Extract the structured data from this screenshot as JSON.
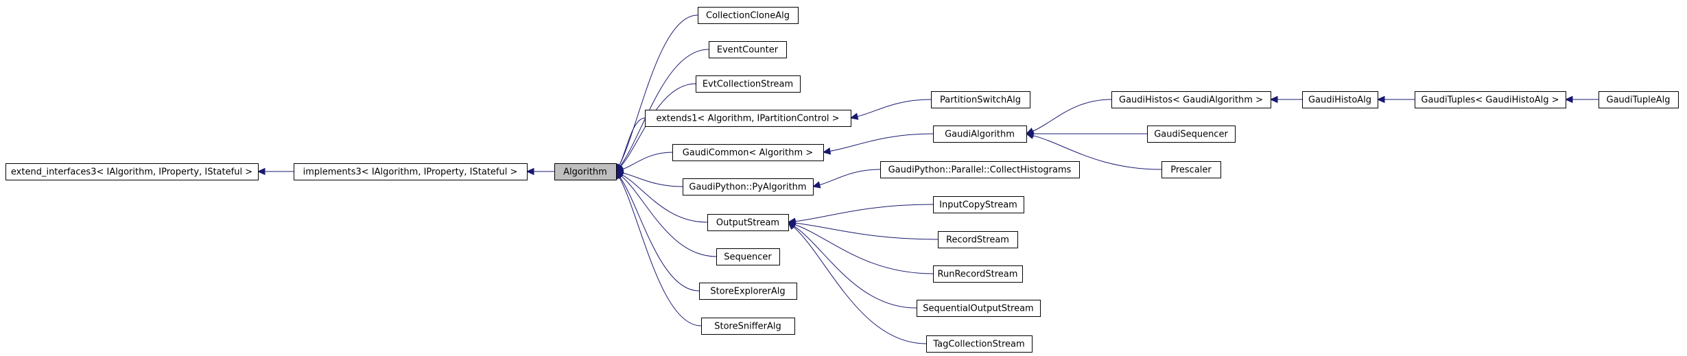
{
  "diagram": {
    "kind": "class inheritance graph",
    "colors": {
      "edge": "#191970",
      "node_border": "#000000",
      "node_fill": "#ffffff",
      "focus_fill": "#bfbfbf",
      "background": "#ffffff"
    },
    "focus_node": "algorithm",
    "nodes": [
      {
        "id": "extend_interfaces3",
        "label": "extend_interfaces3< IAlgorithm, IProperty, IStateful >"
      },
      {
        "id": "implements3",
        "label": "implements3< IAlgorithm, IProperty, IStateful >"
      },
      {
        "id": "algorithm",
        "label": "Algorithm"
      },
      {
        "id": "collection-clone-alg",
        "label": "CollectionCloneAlg"
      },
      {
        "id": "event-counter",
        "label": "EventCounter"
      },
      {
        "id": "evt-collection-stream",
        "label": "EvtCollectionStream"
      },
      {
        "id": "extends1",
        "label": "extends1< Algorithm, IPartitionControl >"
      },
      {
        "id": "gaudi-common",
        "label": "GaudiCommon< Algorithm >"
      },
      {
        "id": "gaudi-python-pyalgorithm",
        "label": "GaudiPython::PyAlgorithm"
      },
      {
        "id": "output-stream",
        "label": "OutputStream"
      },
      {
        "id": "sequencer",
        "label": "Sequencer"
      },
      {
        "id": "store-explorer-alg",
        "label": "StoreExplorerAlg"
      },
      {
        "id": "store-sniffer-alg",
        "label": "StoreSnifferAlg"
      },
      {
        "id": "partition-switch-alg",
        "label": "PartitionSwitchAlg"
      },
      {
        "id": "gaudi-algorithm",
        "label": "GaudiAlgorithm"
      },
      {
        "id": "collect-histograms",
        "label": "GaudiPython::Parallel::CollectHistograms"
      },
      {
        "id": "input-copy-stream",
        "label": "InputCopyStream"
      },
      {
        "id": "record-stream",
        "label": "RecordStream"
      },
      {
        "id": "run-record-stream",
        "label": "RunRecordStream"
      },
      {
        "id": "sequential-output-stream",
        "label": "SequentialOutputStream"
      },
      {
        "id": "tag-collection-stream",
        "label": "TagCollectionStream"
      },
      {
        "id": "gaudi-histos",
        "label": "GaudiHistos< GaudiAlgorithm >"
      },
      {
        "id": "gaudi-sequencer",
        "label": "GaudiSequencer"
      },
      {
        "id": "prescaler",
        "label": "Prescaler"
      },
      {
        "id": "gaudi-histo-alg",
        "label": "GaudiHistoAlg"
      },
      {
        "id": "gaudi-tuples",
        "label": "GaudiTuples< GaudiHistoAlg >"
      },
      {
        "id": "gaudi-tuple-alg",
        "label": "GaudiTupleAlg"
      }
    ],
    "edges": [
      {
        "from": "implements3",
        "to": "extend_interfaces3"
      },
      {
        "from": "algorithm",
        "to": "implements3"
      },
      {
        "from": "collection-clone-alg",
        "to": "algorithm"
      },
      {
        "from": "event-counter",
        "to": "algorithm"
      },
      {
        "from": "evt-collection-stream",
        "to": "algorithm"
      },
      {
        "from": "extends1",
        "to": "algorithm"
      },
      {
        "from": "gaudi-common",
        "to": "algorithm"
      },
      {
        "from": "gaudi-python-pyalgorithm",
        "to": "algorithm"
      },
      {
        "from": "output-stream",
        "to": "algorithm"
      },
      {
        "from": "sequencer",
        "to": "algorithm"
      },
      {
        "from": "store-explorer-alg",
        "to": "algorithm"
      },
      {
        "from": "store-sniffer-alg",
        "to": "algorithm"
      },
      {
        "from": "partition-switch-alg",
        "to": "extends1"
      },
      {
        "from": "gaudi-algorithm",
        "to": "gaudi-common"
      },
      {
        "from": "collect-histograms",
        "to": "gaudi-python-pyalgorithm"
      },
      {
        "from": "input-copy-stream",
        "to": "output-stream"
      },
      {
        "from": "record-stream",
        "to": "output-stream"
      },
      {
        "from": "run-record-stream",
        "to": "output-stream"
      },
      {
        "from": "sequential-output-stream",
        "to": "output-stream"
      },
      {
        "from": "tag-collection-stream",
        "to": "output-stream"
      },
      {
        "from": "gaudi-histos",
        "to": "gaudi-algorithm"
      },
      {
        "from": "gaudi-sequencer",
        "to": "gaudi-algorithm"
      },
      {
        "from": "prescaler",
        "to": "gaudi-algorithm"
      },
      {
        "from": "gaudi-histo-alg",
        "to": "gaudi-histos"
      },
      {
        "from": "gaudi-tuples",
        "to": "gaudi-histo-alg"
      },
      {
        "from": "gaudi-tuple-alg",
        "to": "gaudi-tuples"
      }
    ]
  }
}
